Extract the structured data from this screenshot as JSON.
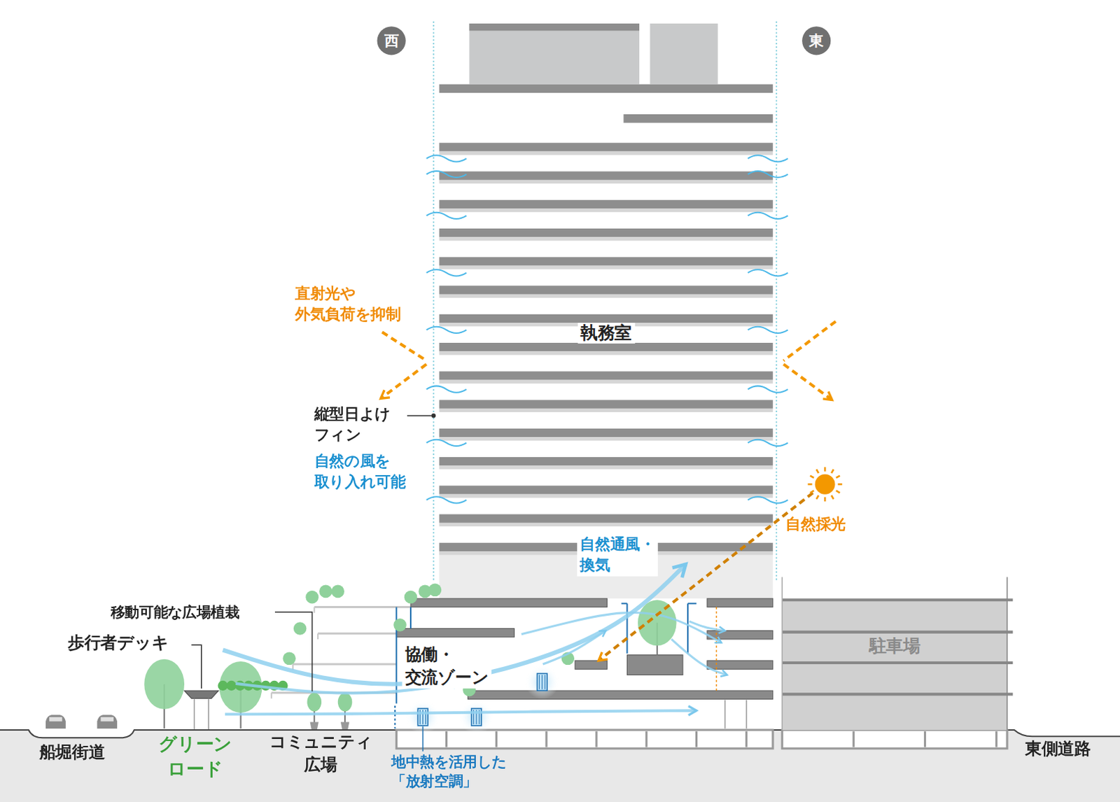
{
  "diagram": {
    "nodes": [
      {
        "text": [
          "西"
        ]
      },
      {
        "text": [
          "東"
        ]
      },
      {
        "text": [
          "執務室"
        ]
      },
      {
        "text": [
          "駐車場"
        ]
      }
    ],
    "labels": [
      "直射光や 外気負荷を抑制",
      "縦型日よけ フィン",
      "自然の風を 取り入れ可能",
      "自然採光",
      "自然通風・換気",
      "移動可能な広場植栽",
      "歩行者デッキ",
      "協働・交流ゾーン",
      "船堀街道",
      "グリーン ロード",
      "コミュニティ 広場",
      "地中熱を活用した 「放射空調」",
      "東側道路"
    ]
  }
}
